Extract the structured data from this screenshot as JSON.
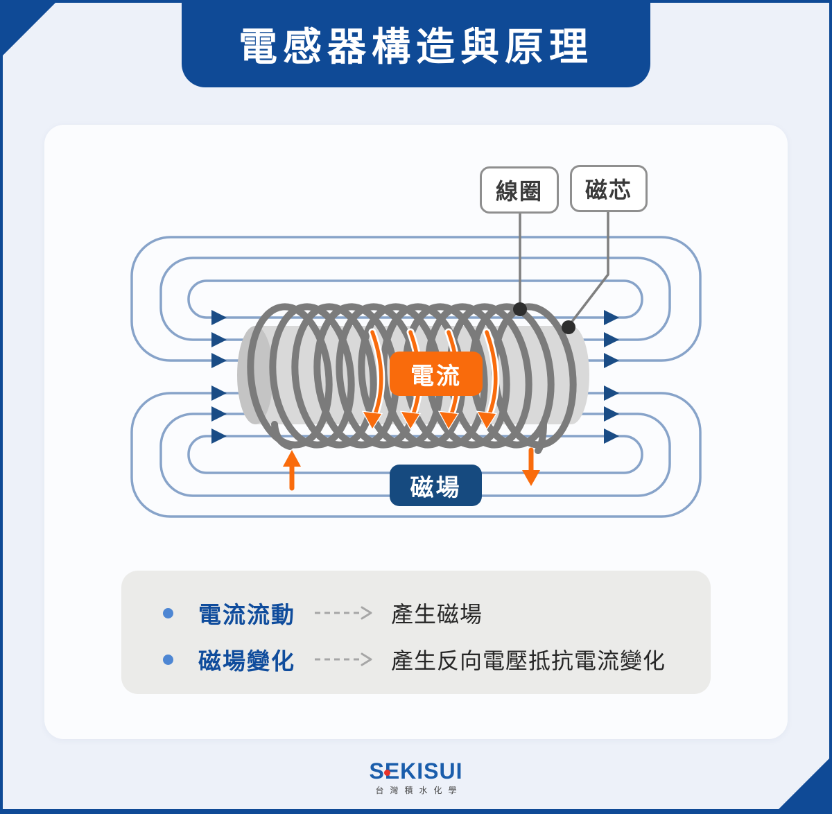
{
  "title": "電感器構造與原理",
  "diagram": {
    "labels": {
      "coil": "線圈",
      "core": "磁芯",
      "current": "電流",
      "field": "磁場"
    }
  },
  "legend": {
    "items": [
      {
        "term": "電流流動",
        "desc": "產生磁場"
      },
      {
        "term": "磁場變化",
        "desc": "產生反向電壓抵抗電流變化"
      }
    ]
  },
  "footer": {
    "logo_parts": {
      "left": "S",
      "e": "E",
      "right": "KISUI"
    },
    "logo_name": "SEKISUI",
    "logo_sub": "台灣積水化學"
  },
  "colors": {
    "brand_blue": "#0f4a96",
    "page_bg": "#edf1f9",
    "card_bg": "#fbfcfe",
    "field_line": "#87a3c9",
    "field_arrow_navy": "#1a4c85",
    "badge_field_navy": "#164a7f",
    "term_navy": "#0f4c9c",
    "orange": "#f96b0c",
    "coil_gray": "#7b7b7b",
    "core_gray": "#d9d9d9",
    "core_face_gray": "#c4c4c4",
    "label_border_gray": "#8f8f8f",
    "label_text": "#3a3a3a",
    "connector_gray": "#7f7f7f",
    "dot_dark": "#2e2e2e",
    "legend_bg": "#ebebe9",
    "text_dark": "#262626",
    "dashed_arrow_gray": "#a6a6a6",
    "bullet_blue": "#4d86d3",
    "logo_blue": "#1a5dab",
    "logo_red": "#e8332a",
    "logo_sub_gray": "#4a4a4a"
  }
}
